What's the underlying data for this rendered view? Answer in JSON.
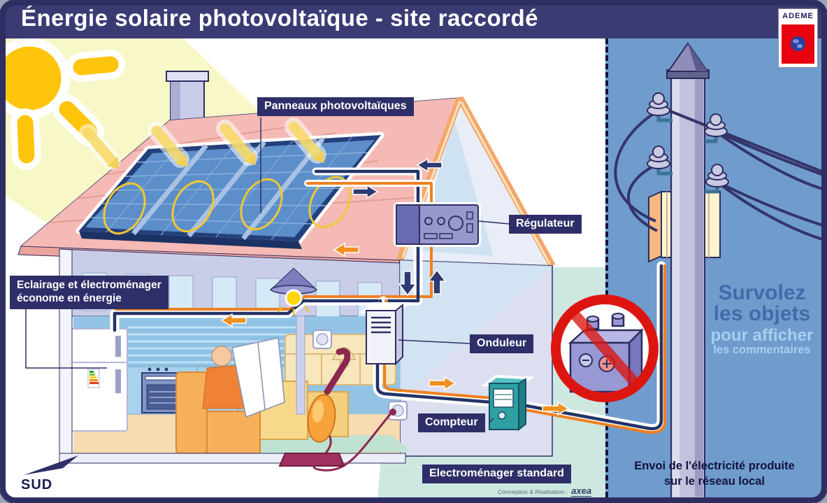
{
  "header": {
    "title": "Énergie solaire photovoltaïque - site raccordé",
    "logo_text": "ADEME"
  },
  "scene_labels": {
    "panels": "Panneaux photovoltaïques",
    "regulator": "Régulateur",
    "efficient_line1": "Eclairage et électroménager",
    "efficient_line2": "économe en énergie",
    "inverter": "Onduleur",
    "meter": "Compteur",
    "standard_appliances": "Electroménager standard"
  },
  "side_panel": {
    "hint_line1": "Survolez",
    "hint_line2": "les objets",
    "hint_line3": "pour afficher",
    "hint_line4": "les commentaires",
    "note_line1": "Envoi de l'électricité produite",
    "note_line2": "sur le réseau local"
  },
  "compass": {
    "label": "SUD"
  },
  "credit": {
    "prefix": "Conception & Réalisation :",
    "brand": "axea"
  },
  "icons": {
    "sun": "sun-icon",
    "no_battery": "no-battery-prohibition-icon",
    "compass_arrow": "south-arrow-icon",
    "globe": "globe-icon"
  },
  "colors": {
    "frame_navy": "#2e2e62",
    "titlebar_navy": "#3b3b74",
    "label_navy": "#2e2e68",
    "side_panel_blue": "#6f9ccd",
    "cable_navy": "#223366",
    "cable_orange": "#f08020",
    "prohibition_red": "#dd1510",
    "sun_yellow": "#ffc40c",
    "roof_pink": "#f5bab5",
    "panel_cell_blue": "#5c8eca",
    "ground_teal": "#cde8e1",
    "meter_teal": "#2fa0a2"
  }
}
